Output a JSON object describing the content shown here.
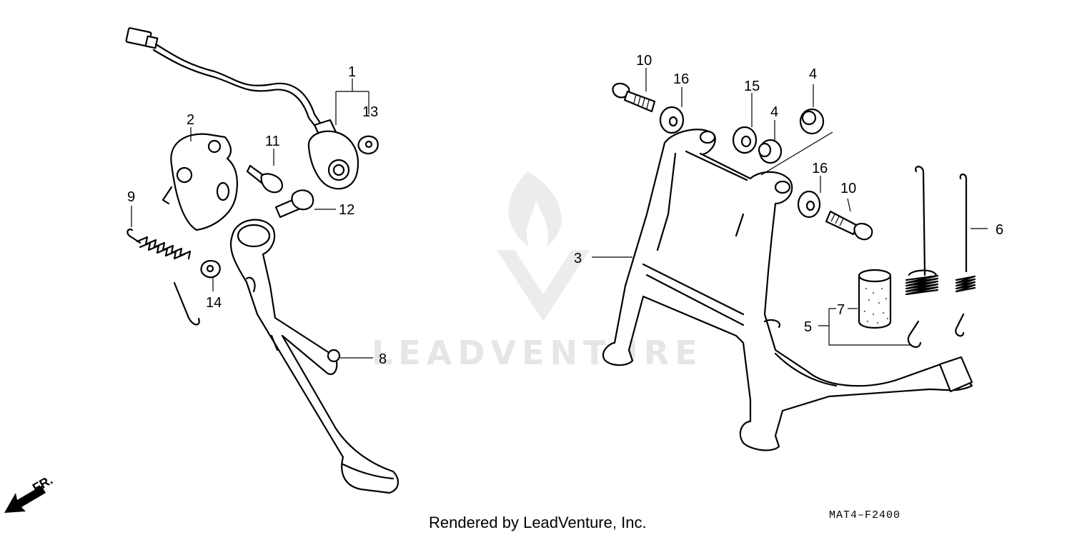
{
  "diagram": {
    "callouts": {
      "c1": "1",
      "c2": "2",
      "c3": "3",
      "c4a": "4",
      "c4b": "4",
      "c5": "5",
      "c6": "6",
      "c7": "7",
      "c8": "8",
      "c9": "9",
      "c10a": "10",
      "c10b": "10",
      "c11": "11",
      "c12": "12",
      "c13": "13",
      "c14": "14",
      "c15": "15",
      "c16a": "16",
      "c16b": "16"
    },
    "direction_label": "FR.",
    "diagram_code": "MAT4–F2400",
    "footer": "Rendered by LeadVenture, Inc.",
    "watermark": "LEADVENTURE"
  }
}
